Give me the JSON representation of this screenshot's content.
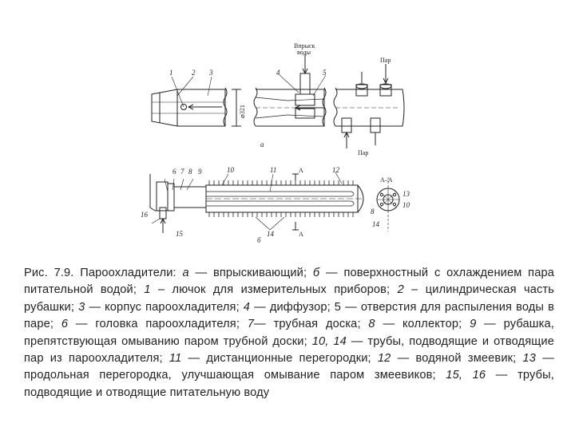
{
  "figure": {
    "labels": {
      "injection": [
        "Впрыск",
        "воды"
      ],
      "steam_in": "Пар",
      "steam_out": "Пар",
      "diameter": "⌀321",
      "view_a": "а",
      "view_b": "б",
      "section": "А–А",
      "section_mark": "А",
      "numbers_a": [
        "1",
        "2",
        "3",
        "4",
        "5"
      ],
      "numbers_b": [
        "6",
        "7",
        "8",
        "9",
        "10",
        "11",
        "12",
        "13",
        "10",
        "8",
        "14",
        "14",
        "16",
        "15"
      ]
    }
  },
  "caption": {
    "segments": [
      {
        "t": "Рис. 7.9. Пароохладители: ",
        "i": false
      },
      {
        "t": "а",
        "i": true
      },
      {
        "t": " — впрыскивающий; ",
        "i": false
      },
      {
        "t": "б",
        "i": true
      },
      {
        "t": " — поверхностный с охлаждением пара питательной водой; ",
        "i": false
      },
      {
        "t": "1",
        "i": true
      },
      {
        "t": " – лючок для измерительных приборов; ",
        "i": false
      },
      {
        "t": "2",
        "i": true
      },
      {
        "t": " – цилиндрическая часть рубашки; ",
        "i": false
      },
      {
        "t": "3",
        "i": true
      },
      {
        "t": " — корпус пароохладителя; ",
        "i": false
      },
      {
        "t": "4",
        "i": true
      },
      {
        "t": " — диффузор; 5 — отверстия для распыления воды в паре; ",
        "i": false
      },
      {
        "t": "6",
        "i": true
      },
      {
        "t": " — головка пароохладителя; ",
        "i": false
      },
      {
        "t": "7",
        "i": true
      },
      {
        "t": "— трубная доска; ",
        "i": false
      },
      {
        "t": "8",
        "i": true
      },
      {
        "t": " — коллектор; ",
        "i": false
      },
      {
        "t": "9",
        "i": true
      },
      {
        "t": " — рубашка, препятствующая омыванию паром трубной доски; ",
        "i": false
      },
      {
        "t": "10, 14",
        "i": true
      },
      {
        "t": " — трубы, подводящие и отводящие пар из пароохладителя; ",
        "i": false
      },
      {
        "t": "11",
        "i": true
      },
      {
        "t": " — дистанционные перегородки; ",
        "i": false
      },
      {
        "t": "12",
        "i": true
      },
      {
        "t": " — водяной змеевик; ",
        "i": false
      },
      {
        "t": "13",
        "i": true
      },
      {
        "t": " — продольная перегородка, улучшающая омывание паром змеевиков; ",
        "i": false
      },
      {
        "t": "15, 16",
        "i": true
      },
      {
        "t": " — трубы, подводящие и отводящие питательную воду",
        "i": false
      }
    ]
  }
}
